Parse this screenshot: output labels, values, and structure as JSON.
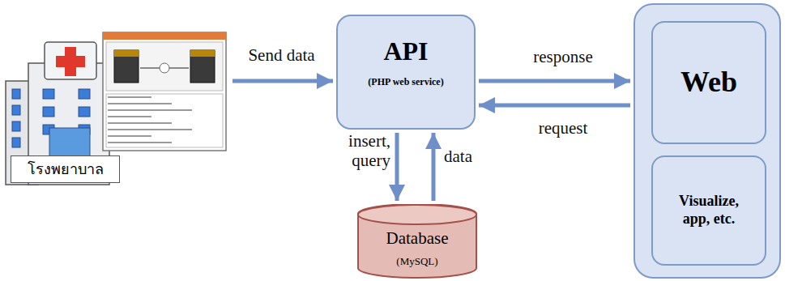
{
  "diagram": {
    "nodes": [
      {
        "text": [
          "โรงพยาบาล"
        ]
      },
      {
        "text": [
          "API",
          "(PHP web service)"
        ]
      },
      {
        "text": [
          "Database",
          "(MySQL)"
        ]
      },
      {
        "text": []
      },
      {
        "text": [
          "Web"
        ],
        "in": 3
      },
      {
        "text": [
          "Visualize, app, etc."
        ],
        "in": 3
      }
    ],
    "edges": [
      {
        "from": 0,
        "to": 1,
        "label": "Send data",
        "arrow": "to"
      },
      {
        "from": 1,
        "to": 3,
        "label": "response",
        "arrow": "to"
      },
      {
        "from": 3,
        "to": 1,
        "label": "request",
        "arrow": "to"
      },
      {
        "from": 1,
        "to": 2,
        "label": "insert, query",
        "arrow": "to"
      },
      {
        "from": 2,
        "to": 1,
        "label": "data",
        "arrow": "to"
      }
    ]
  }
}
